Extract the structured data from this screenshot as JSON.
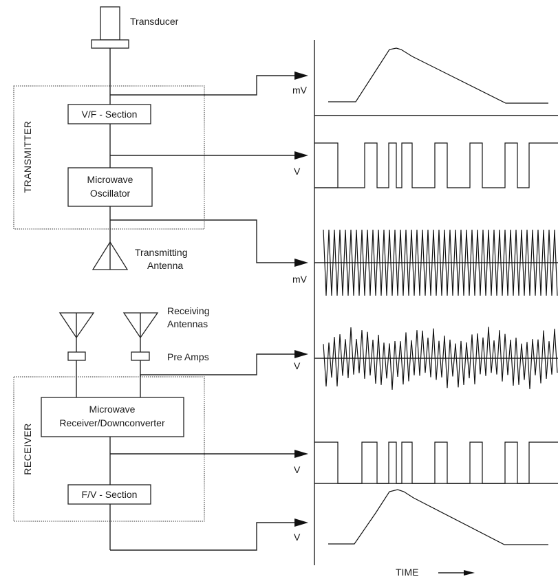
{
  "labels": {
    "transducer": "Transducer",
    "transmitter": "TRANSMITTER",
    "vf_section": "V/F - Section",
    "microwave_oscillator_l1": "Microwave",
    "microwave_oscillator_l2": "Oscillator",
    "transmitting_antenna_l1": "Transmitting",
    "transmitting_antenna_l2": "Antenna",
    "receiving_antennas_l1": "Receiving",
    "receiving_antennas_l2": "Antennas",
    "pre_amps": "Pre Amps",
    "receiver": "RECEIVER",
    "microwave_receiver_l1": "Microwave",
    "microwave_receiver_l2": "Receiver/Downconverter",
    "fv_section": "F/V - Section",
    "time": "TIME"
  },
  "signals": [
    {
      "unit": "mV",
      "kind": "analog-ramp"
    },
    {
      "unit": "V",
      "kind": "pulse-train"
    },
    {
      "unit": "mV",
      "kind": "microwave-carrier"
    },
    {
      "unit": "V",
      "kind": "noisy-carrier"
    },
    {
      "unit": "V",
      "kind": "pulse-train"
    },
    {
      "unit": "V",
      "kind": "analog-ramp"
    }
  ]
}
